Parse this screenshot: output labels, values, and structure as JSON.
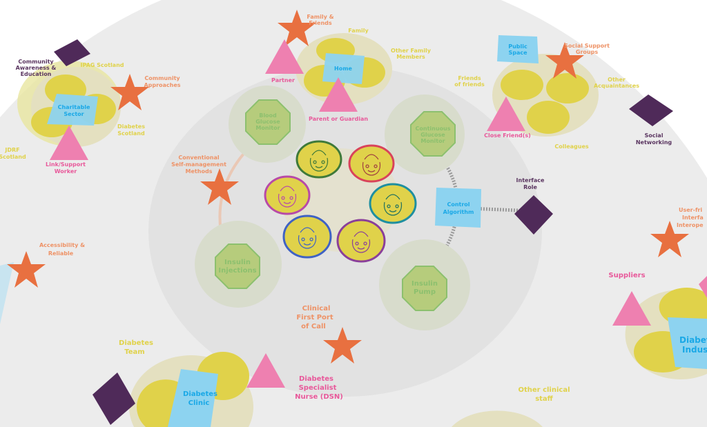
{
  "colors": {
    "yellow": "#e0d24a",
    "orange": "#e87040",
    "pink": "#ee80b0",
    "purple": "#4f2a59",
    "blue": "#8dd3f0",
    "green": "#b6cc7c",
    "ring_outer": "#ececec",
    "ring_inner": "#e2e2e2"
  },
  "community": {
    "awareness": [
      "Community",
      "Awareness &",
      "Education"
    ],
    "ipag": "IPAG Scotland",
    "approaches": [
      "Community",
      "Approaches"
    ],
    "charitable": [
      "Charitable",
      "Sector"
    ],
    "diabetes_scotland": [
      "Diabetes",
      "Scotland"
    ],
    "jdrf": [
      "JDRF",
      "Scotland"
    ],
    "link_worker": [
      "Link/Support",
      "Worker"
    ]
  },
  "family": {
    "family_friends": [
      "Family &",
      "Friends"
    ],
    "family": "Family",
    "other_members": [
      "Other Family",
      "Members"
    ],
    "home": "Home",
    "partner": "Partner",
    "parent": "Parent or Guardian"
  },
  "social": {
    "public_space": [
      "Public",
      "Space"
    ],
    "support_groups": [
      "Social Support",
      "Groups"
    ],
    "friends_of_friends": [
      "Friends",
      "of friends"
    ],
    "other_acq": [
      "Other",
      "Acquaintances"
    ],
    "close_friends": "Close Friend(s)",
    "colleagues": "Colleagues",
    "networking": [
      "Social",
      "Networking"
    ]
  },
  "tech": {
    "bgm": [
      "Blood",
      "Glucose",
      "Monitor"
    ],
    "cgm": [
      "Continuous",
      "Glucose",
      "Monitor"
    ],
    "conventional": [
      "Conventional",
      "Self-management",
      "Methods"
    ],
    "injections": [
      "Insulin",
      "Injections"
    ],
    "pump": [
      "Insulin",
      "Pump"
    ],
    "control": [
      "Control",
      "Algorithm"
    ],
    "interface": [
      "Interface",
      "Role"
    ]
  },
  "industry": {
    "user_friendly": [
      "User-fri",
      "Interfa",
      "Interope"
    ],
    "suppliers": "Suppliers",
    "diabetes_industry": [
      "Diabet",
      "Indus"
    ]
  },
  "clinical": {
    "accessibility": [
      "Accessibility &",
      "Reliable"
    ],
    "first_port": [
      "Clinical",
      "First Port",
      "of Call"
    ],
    "team": [
      "Diabetes",
      "Team"
    ],
    "clinic": [
      "Diabetes",
      "Clinic"
    ],
    "dsn": [
      "Diabetes",
      "Specialist",
      "Nurse (DSN)"
    ],
    "other_staff": [
      "Other clinical",
      "staff"
    ]
  },
  "avatars": [
    {
      "ring": "#3f7a3a"
    },
    {
      "ring": "#d9435a"
    },
    {
      "ring": "#b84aa8"
    },
    {
      "ring": "#1f8fa0"
    },
    {
      "ring": "#3f62c4"
    },
    {
      "ring": "#8a3f9a"
    }
  ]
}
